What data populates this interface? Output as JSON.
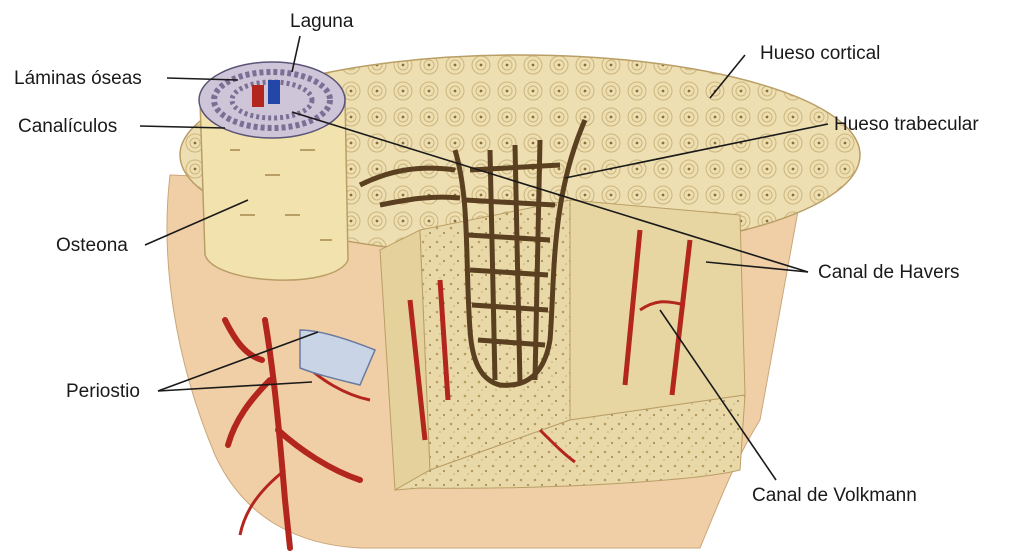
{
  "diagram": {
    "labels": {
      "laguna": "Laguna",
      "laminas": "Láminas óseas",
      "canaliculos": "Canalículos",
      "osteona": "Osteona",
      "periostio": "Periostio",
      "hueso_cortical": "Hueso cortical",
      "hueso_trabecular": "Hueso trabecular",
      "canal_havers": "Canal de Havers",
      "canal_volkmann": "Canal de Volkmann"
    },
    "colors": {
      "bone": "#ecdcae",
      "bone_dark": "#d9c48c",
      "bone_shadow": "#c9b27a",
      "periosteum": "#f0c9a0",
      "vessel_red": "#b3261e",
      "vessel_blue": "#2347a8",
      "trabecular": "#5a4020",
      "line": "#1a1a1a"
    }
  }
}
